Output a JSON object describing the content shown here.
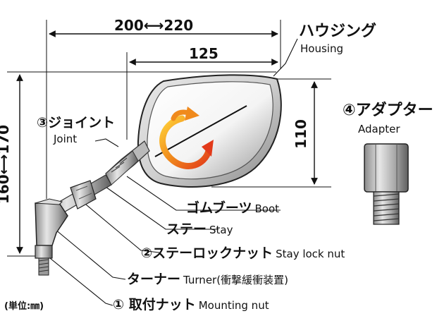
{
  "dimensions": {
    "overall_width": "200⟷220",
    "mirror_width": "125",
    "overall_height": "160⟷170",
    "mirror_height": "110"
  },
  "labels": {
    "housing_jp": "ハウジング",
    "housing_en": "Housing",
    "joint_jp": "③ジョイント",
    "joint_en": "Joint",
    "adapter_jp": "④アダプター",
    "adapter_en": "Adapter",
    "boot_jp": "ゴムブーツ",
    "boot_en": "Boot",
    "stay_jp": "ステー",
    "stay_en": "Stay",
    "stay_lock_nut_jp": "②ステーロックナット",
    "stay_lock_nut_en": "Stay lock nut",
    "turner_jp": "ターナー",
    "turner_en": "Turner(衝撃緩衝装置)",
    "mounting_nut_jp": "① 取付ナット",
    "mounting_nut_en": "Mounting nut",
    "unit_note": "(単位:㎜)"
  },
  "colors": {
    "ink": "#111111",
    "chrome_light": "#f2f2f2",
    "chrome_mid": "#b9b9b9",
    "chrome_dark": "#6e6e6e",
    "arrow_orange": "#f08a1c",
    "arrow_red": "#e23a1a",
    "arrow_yellow": "#ffd23a"
  }
}
